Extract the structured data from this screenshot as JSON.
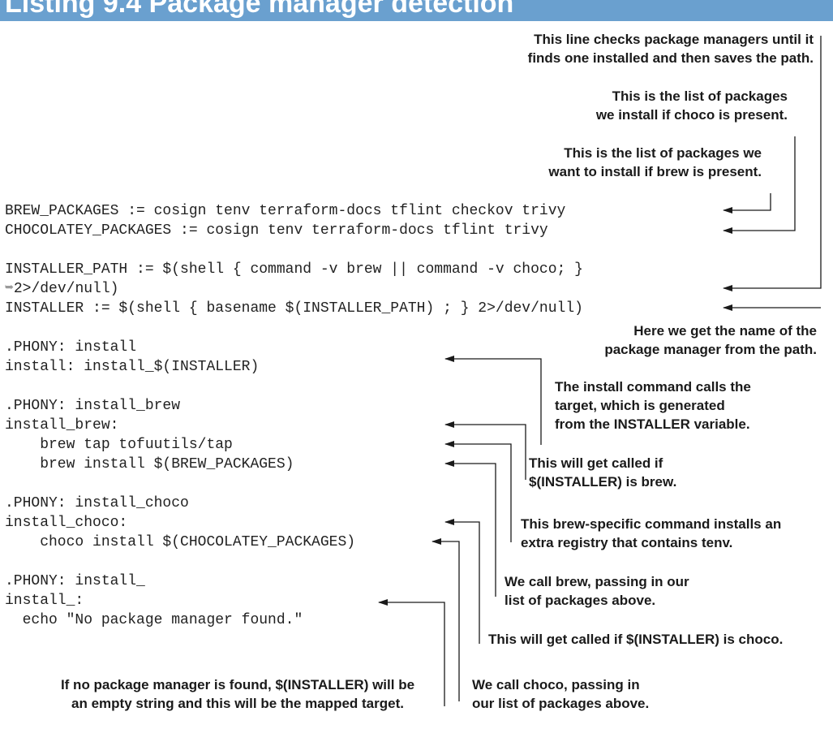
{
  "header": {
    "title": "Listing 9.4 Package manager detection"
  },
  "code": {
    "brew_packages": "BREW_PACKAGES := cosign tenv terraform-docs tflint checkov trivy",
    "chocolatey_packages": "CHOCOLATEY_PACKAGES := cosign tenv terraform-docs tflint trivy",
    "installer_path_1": "INSTALLER_PATH := $(shell { command -v brew || command -v choco; }",
    "continuation_glyph": "➥",
    "installer_path_2": "2>/dev/null)",
    "installer": "INSTALLER := $(shell { basename $(INSTALLER_PATH) ; } 2>/dev/null)",
    "phony_install": ".PHONY: install",
    "install": "install: install_$(INSTALLER)",
    "phony_install_brew": ".PHONY: install_brew",
    "install_brew": "install_brew:",
    "brew_tap": "    brew tap tofuutils/tap",
    "brew_install": "    brew install $(BREW_PACKAGES)",
    "phony_install_choco": ".PHONY: install_choco",
    "install_choco": "install_choco:",
    "choco_install": "    choco install $(CHOCOLATEY_PACKAGES)",
    "phony_install_empty": ".PHONY: install_",
    "install_empty": "install_:",
    "echo": "  echo \"No package manager found.\""
  },
  "annotations": {
    "checks_managers": [
      "This line checks package managers until it",
      "finds one installed and then saves the path."
    ],
    "choco_list": [
      "This is the list of packages",
      "we install if choco is present."
    ],
    "brew_list": [
      "This is the list of packages we",
      "want to install if brew is present."
    ],
    "name_from_path": [
      "Here we get the name of the",
      "package manager from the path."
    ],
    "install_calls_target": [
      "The install command calls the",
      "target, which is generated",
      "from the INSTALLER variable."
    ],
    "called_if_brew": [
      "This will get called if",
      "$(INSTALLER) is brew."
    ],
    "brew_registry": [
      "This brew-specific command installs an",
      "extra registry that contains tenv."
    ],
    "we_call_brew": [
      "We call brew, passing in our",
      "list of packages above."
    ],
    "called_if_choco": [
      "This will get called if $(INSTALLER) is choco."
    ],
    "no_manager": [
      "If no package manager is found, $(INSTALLER) will be",
      "an empty string and this will be the mapped target."
    ],
    "we_call_choco": [
      "We call choco, passing in",
      "our list of packages above."
    ]
  }
}
